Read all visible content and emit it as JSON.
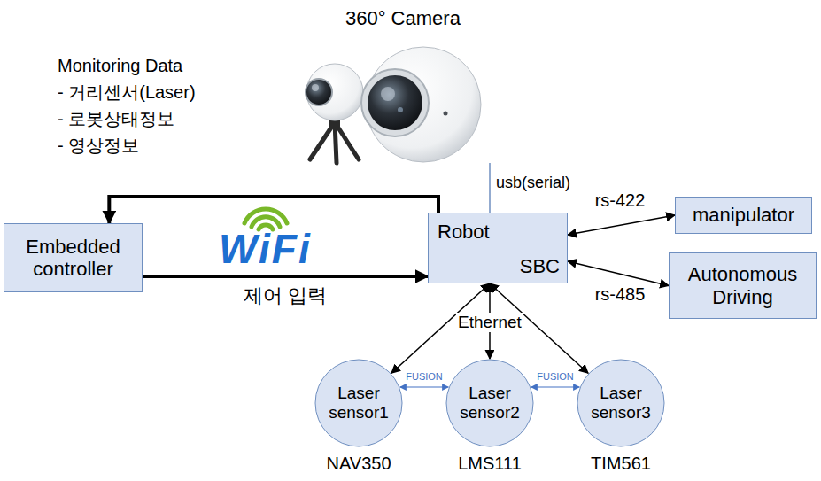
{
  "diagram": {
    "nodes": [
      {
        "text": [
          "Embedded controller"
        ]
      },
      {
        "text": [
          "Robot",
          "SBC"
        ]
      },
      {
        "text": [
          "manipulator"
        ]
      },
      {
        "text": [
          "Autonomous Driving"
        ]
      },
      {
        "text": [
          "Laser sensor1",
          "NAV350"
        ]
      },
      {
        "text": [
          "Laser sensor2",
          "LMS111"
        ]
      },
      {
        "text": [
          "Laser sensor3",
          "TIM561"
        ]
      }
    ],
    "edges": [
      {
        "from": 1,
        "to": 0,
        "arrow": "to"
      },
      {
        "from": 0,
        "to": 1,
        "label": "제어 입력",
        "arrow": "to"
      },
      {
        "from": 1,
        "to": 2,
        "label": "rs-422",
        "arrow": "both"
      },
      {
        "from": 1,
        "to": 3,
        "label": "rs-485",
        "arrow": "both"
      },
      {
        "from": 1,
        "to": 4,
        "arrow": "both"
      },
      {
        "from": 1,
        "to": 5,
        "label": "Ethernet",
        "arrow": "both"
      },
      {
        "from": 1,
        "to": 6,
        "arrow": "both"
      },
      {
        "from": 4,
        "to": 5,
        "label": "FUSION",
        "arrow": "both"
      },
      {
        "from": 5,
        "to": 6,
        "label": "FUSION",
        "arrow": "both"
      }
    ],
    "labels": [
      "360° Camera",
      "usb(serial)",
      "Monitoring Data",
      "- 거리센서(Laser)",
      "- 로봇상태정보",
      "- 영상정보",
      "WiFi"
    ]
  }
}
